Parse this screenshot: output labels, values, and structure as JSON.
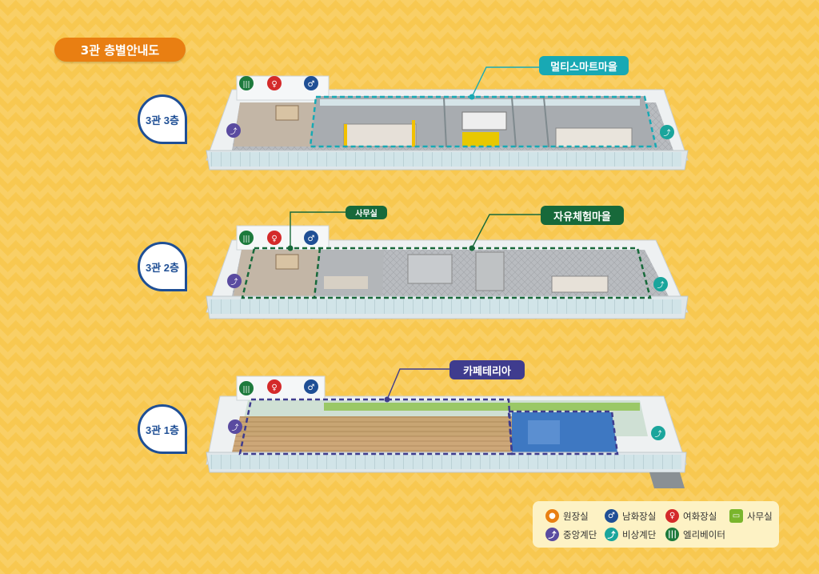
{
  "title": "3관 층별안내도",
  "floors": [
    {
      "label": "3관 3층",
      "callouts": [
        {
          "text": "멀티스마트마을",
          "color": "#18a9b4"
        }
      ]
    },
    {
      "label": "3관 2층",
      "callouts": [
        {
          "text": "사무실",
          "color": "#17693a"
        },
        {
          "text": "자유체험마을",
          "color": "#17693a"
        }
      ]
    },
    {
      "label": "3관 1층",
      "callouts": [
        {
          "text": "카페테리아",
          "color": "#3f3c8e"
        }
      ]
    }
  ],
  "legend": [
    {
      "label": "원장실",
      "icon": "person-icon",
      "color": "#e97f12"
    },
    {
      "label": "남화장실",
      "icon": "male-restroom-icon",
      "color": "#1f4f95"
    },
    {
      "label": "여화장실",
      "icon": "female-restroom-icon",
      "color": "#d42a2a"
    },
    {
      "label": "사무실",
      "icon": "office-monitor-icon",
      "color": "#7ab52c"
    },
    {
      "label": "중앙계단",
      "icon": "central-stairs-icon",
      "color": "#5a4ba0"
    },
    {
      "label": "비상계단",
      "icon": "emergency-stairs-icon",
      "color": "#1aa59c"
    },
    {
      "label": "엘리베이터",
      "icon": "elevator-icon",
      "color": "#1d7a3c"
    }
  ]
}
